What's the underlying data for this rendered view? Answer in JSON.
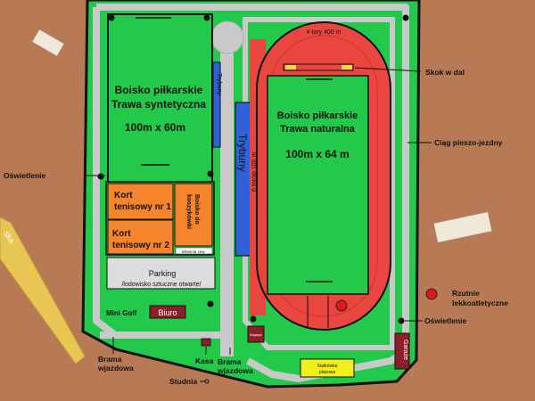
{
  "colors": {
    "ground": "#b87a55",
    "grass": "#22c94a",
    "path": "#c9c9c9",
    "stands": "#2f62d8",
    "track": "#e8463f",
    "orange": "#f6842a",
    "darkred": "#8c1f2a",
    "yellow": "#f2f01c"
  },
  "labels": {
    "field1_name": "Boisko piłkarskie",
    "field1_surface": "Trawa syntetyczna",
    "field1_size": "100m x 60m",
    "field2_name": "Boisko piłkarskie",
    "field2_surface": "Trawa naturalna",
    "field2_size": "100m x 64 m",
    "tribunes_small": "Trybuny",
    "tribunes_big": "Trybuny",
    "track_oval": "4 tory 400 m",
    "track_straight": "6 torów 100 m",
    "tennis1": [
      "Kort",
      "tenisowy nr 1"
    ],
    "tennis2": [
      "Kort",
      "tenisowy nr 2"
    ],
    "basketball": [
      "Boisko do",
      "koszykówki"
    ],
    "equipment": "Siłownia zew.",
    "parking": "Parking",
    "ice_rink": "/lodowisko sztuczne otwarte/",
    "mini_golf": "Mini Golf",
    "office": "Biuro",
    "gate_left": [
      "Brama",
      "wjazdowa"
    ],
    "gate_right": [
      "Brama",
      "wjazdowa"
    ],
    "cash": "Kasa",
    "well": "Studnia",
    "lighting_left": "Oświetlenie",
    "lighting_right": "Oświetlenie",
    "long_jump": "Skok w dal",
    "walkway": "Ciąg pieszo-jezdny",
    "throwing": [
      "Rzutnie",
      "lekkoatletyczne"
    ],
    "garage": "Garaże",
    "beach": [
      "Siatkówka",
      "plażowa"
    ],
    "street": "ska",
    "small_box": "Magazyn"
  }
}
